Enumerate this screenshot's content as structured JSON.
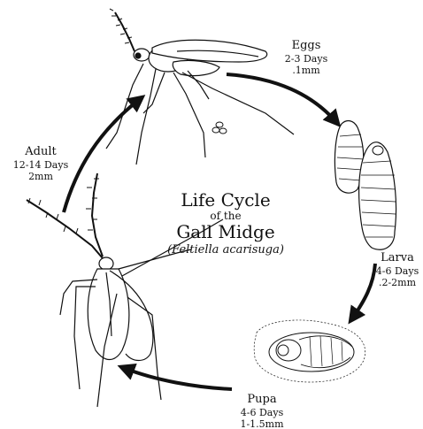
{
  "title": {
    "line1": "Life Cycle",
    "line2": "of the",
    "line3": "Gall Midge",
    "species": "(Feltiella acarisuga)"
  },
  "stages": {
    "eggs": {
      "name": "Eggs",
      "duration": "2-3 Days",
      "size": ".1mm"
    },
    "larva": {
      "name": "Larva",
      "duration": "4-6 Days",
      "size": ".2-2mm"
    },
    "pupa": {
      "name": "Pupa",
      "duration": "4-6 Days",
      "size": "1-1.5mm"
    },
    "adult": {
      "name": "Adult",
      "duration": "12-14 Days",
      "size": "2mm"
    }
  },
  "colors": {
    "ink": "#111111",
    "background": "#ffffff"
  }
}
